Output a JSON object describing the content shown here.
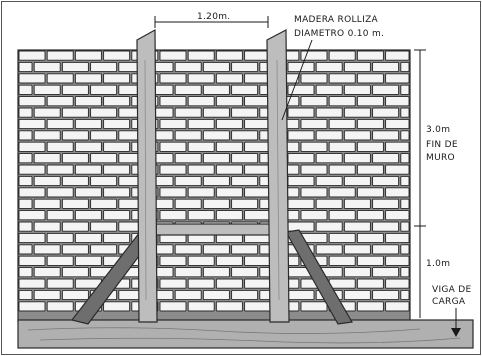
{
  "labels": {
    "spacing": "1.20m.",
    "timber_line1": "MADERA ROLLIZA",
    "timber_line2": "DIAMETRO 0.10 m.",
    "height_upper": "3.0m",
    "wall_end_line1": "FIN DE",
    "wall_end_line2": "MURO",
    "height_lower": "1.0m",
    "beam_line1": "VIGA DE",
    "beam_line2": "CARGA"
  },
  "colors": {
    "brick_face": "#f4f4f4",
    "brick_stroke": "#2a2a2a",
    "mortar": "#8c8c8c",
    "timber": "#bdbdbd",
    "timber_dark": "#6e6e6e",
    "beam": "#b0b0b0",
    "ink": "#1a1a1a"
  }
}
